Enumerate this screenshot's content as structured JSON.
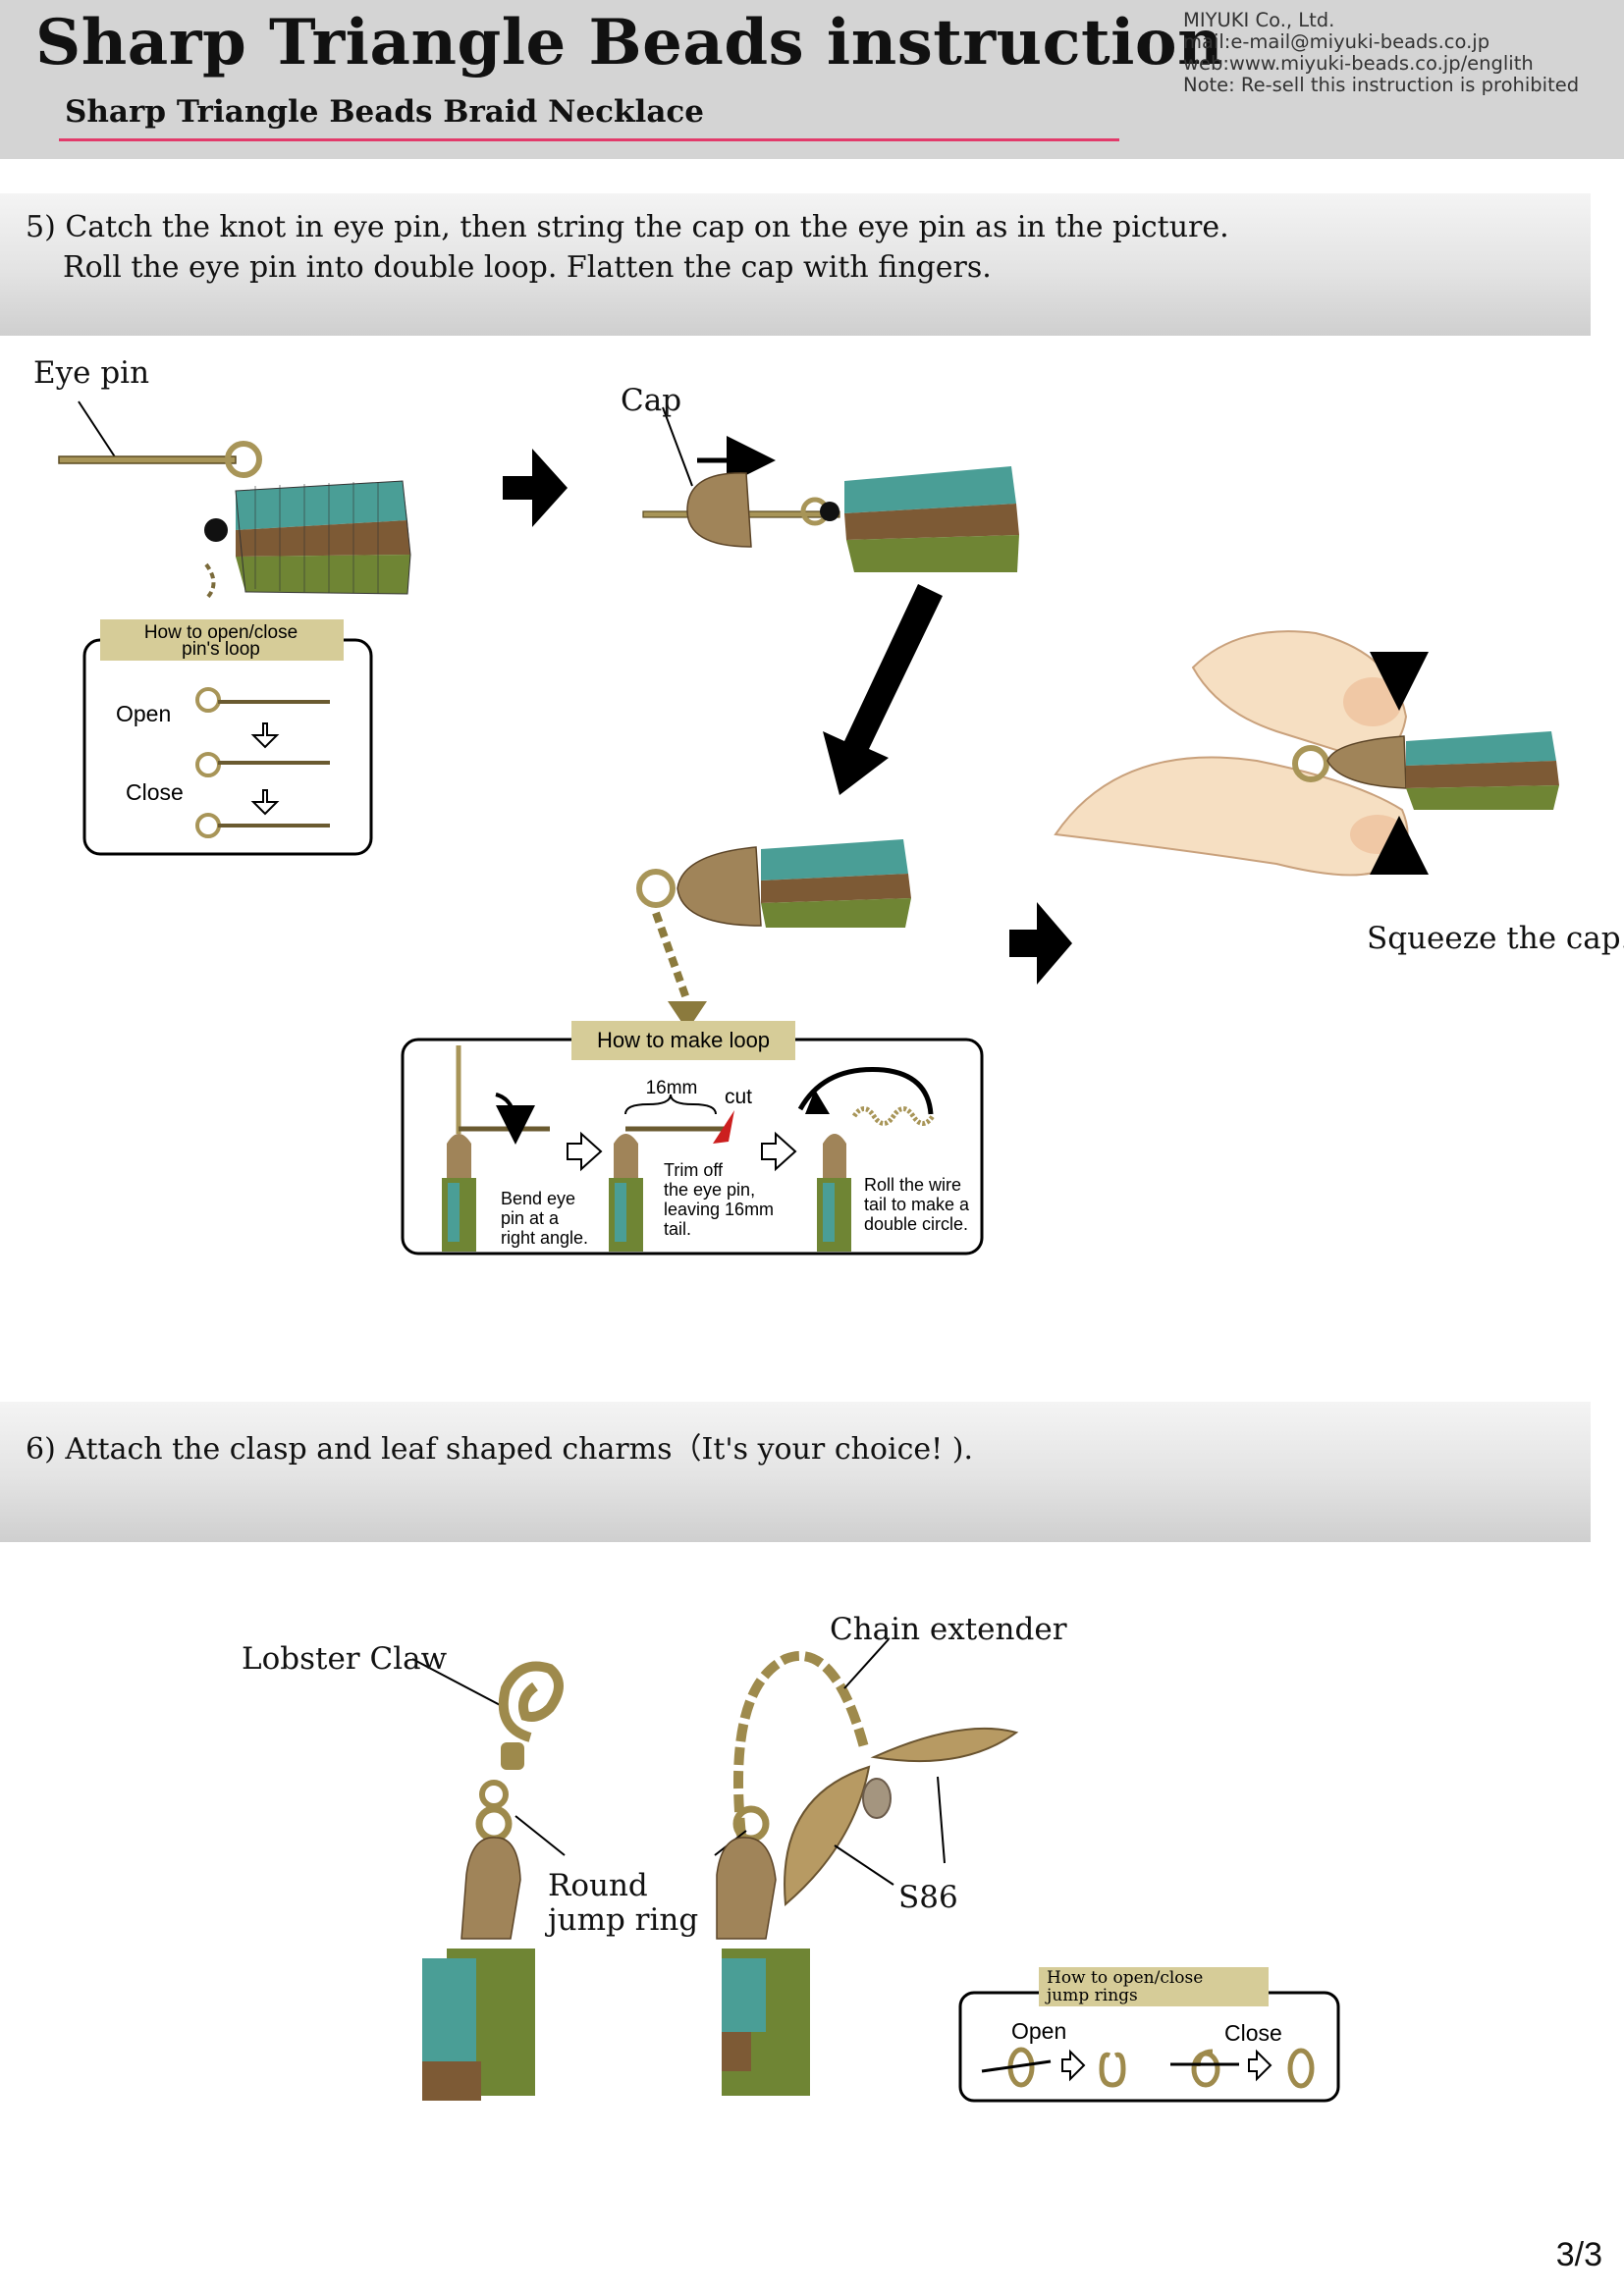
{
  "header": {
    "title": "Sharp Triangle Beads instruction",
    "subtitle": "Sharp Triangle Beads Braid Necklace",
    "company": "MIYUKI Co., Ltd.",
    "mail": "mail:e-mail@miyuki-beads.co.jp",
    "web": "web:www.miyuki-beads.co.jp/englith",
    "note": "Note: Re-sell this instruction is prohibited"
  },
  "step5": {
    "line1": "5) Catch the knot in eye pin, then string the cap on the eye pin as in the picture.",
    "line2": "Roll the eye pin into double loop. Flatten the cap with fingers.",
    "label_eye_pin": "Eye pin",
    "label_cap": "Cap",
    "label_squeeze": "Squeeze the cap.",
    "pin_box": {
      "title1": "How to open/close",
      "title2": "pin's loop",
      "open": "Open",
      "close": "Close"
    },
    "loop_box": {
      "title": "How to make loop",
      "measure": "16mm",
      "cut": "cut",
      "bend1": "Bend eye",
      "bend2": "pin at a",
      "bend3": "right angle.",
      "trim1": "Trim off",
      "trim2": "the eye pin,",
      "trim3": "leaving 16mm",
      "trim4": "tail.",
      "roll1": "Roll the wire",
      "roll2": "tail to make a",
      "roll3": "double circle."
    }
  },
  "step6": {
    "line1": "6) Attach the clasp and leaf shaped charms（It's your choice! ).",
    "label_lobster": "Lobster Claw",
    "label_chain": "Chain extender",
    "label_round1": "Round",
    "label_round2": "jump ring",
    "label_s86": "S86",
    "jump_box": {
      "title1": "How to open/close",
      "title2": "jump rings",
      "open": "Open",
      "close": "Close"
    }
  },
  "page_number": "3/3",
  "colors": {
    "header_bg": "#d4d4d4",
    "accent_line": "#e23a6a",
    "label_box": "#d6cc98",
    "teal_bead": "#4a9e96",
    "brown_bead": "#7d5a35",
    "green_bead": "#6f8534",
    "gold_wire": "#9e8a4c",
    "skin": "#f6dfc2"
  }
}
